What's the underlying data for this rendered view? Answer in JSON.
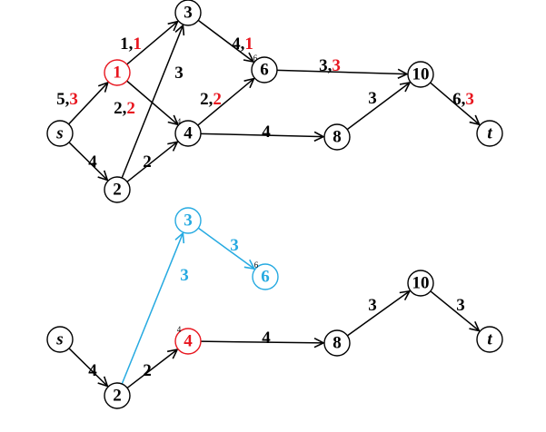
{
  "colors": {
    "default": "#000000",
    "highlight_red": "#e8161f",
    "highlight_blue": "#26aae1"
  },
  "graph_top": {
    "nodes": [
      {
        "id": "s",
        "label": "s",
        "italic": true,
        "color": "default"
      },
      {
        "id": "1",
        "label": "1",
        "italic": false,
        "color": "highlight_red"
      },
      {
        "id": "2",
        "label": "2",
        "italic": false,
        "color": "default"
      },
      {
        "id": "3",
        "label": "3",
        "italic": false,
        "color": "default"
      },
      {
        "id": "4",
        "label": "4",
        "italic": false,
        "color": "default",
        "mark": "4"
      },
      {
        "id": "6",
        "label": "6",
        "italic": false,
        "color": "default",
        "mark": "6"
      },
      {
        "id": "8",
        "label": "8",
        "italic": false,
        "color": "default"
      },
      {
        "id": "10",
        "label": "10",
        "italic": false,
        "color": "default"
      },
      {
        "id": "t",
        "label": "t",
        "italic": true,
        "color": "default"
      }
    ],
    "edges": [
      {
        "from": "s",
        "to": "1",
        "label": "5,",
        "label_extra": "3",
        "color": "default"
      },
      {
        "from": "s",
        "to": "2",
        "label": "4",
        "label_extra": "",
        "color": "default"
      },
      {
        "from": "1",
        "to": "3",
        "label": "1,",
        "label_extra": "1",
        "color": "default"
      },
      {
        "from": "1",
        "to": "4",
        "label": "2,",
        "label_extra": "2",
        "color": "default"
      },
      {
        "from": "2",
        "to": "3",
        "label": "3",
        "label_extra": "",
        "color": "default"
      },
      {
        "from": "2",
        "to": "4",
        "label": "2",
        "label_extra": "",
        "color": "default"
      },
      {
        "from": "3",
        "to": "6",
        "label": "4,",
        "label_extra": "1",
        "color": "default"
      },
      {
        "from": "4",
        "to": "6",
        "label": "2,",
        "label_extra": "2",
        "color": "default"
      },
      {
        "from": "4",
        "to": "8",
        "label": "4",
        "label_extra": "",
        "color": "default"
      },
      {
        "from": "6",
        "to": "10",
        "label": "3,",
        "label_extra": "3",
        "color": "default"
      },
      {
        "from": "8",
        "to": "10",
        "label": "3",
        "label_extra": "",
        "color": "default"
      },
      {
        "from": "10",
        "to": "t",
        "label": "6,",
        "label_extra": "3",
        "color": "default"
      }
    ]
  },
  "graph_bottom": {
    "nodes": [
      {
        "id": "s",
        "label": "s",
        "italic": true,
        "color": "default"
      },
      {
        "id": "2",
        "label": "2",
        "italic": false,
        "color": "default"
      },
      {
        "id": "3",
        "label": "3",
        "italic": false,
        "color": "highlight_blue"
      },
      {
        "id": "6",
        "label": "6",
        "italic": false,
        "color": "highlight_blue",
        "mark": "6"
      },
      {
        "id": "4",
        "label": "4",
        "italic": false,
        "color": "highlight_red",
        "mark": "4"
      },
      {
        "id": "8",
        "label": "8",
        "italic": false,
        "color": "default"
      },
      {
        "id": "10",
        "label": "10",
        "italic": false,
        "color": "default"
      },
      {
        "id": "t",
        "label": "t",
        "italic": true,
        "color": "default"
      }
    ],
    "edges": [
      {
        "from": "s",
        "to": "2",
        "label": "4",
        "label_extra": "",
        "color": "default"
      },
      {
        "from": "2",
        "to": "3",
        "label": "3",
        "label_extra": "",
        "color": "highlight_blue"
      },
      {
        "from": "3",
        "to": "6",
        "label": "3",
        "label_extra": "",
        "color": "highlight_blue"
      },
      {
        "from": "2",
        "to": "4",
        "label": "2",
        "label_extra": "",
        "color": "default"
      },
      {
        "from": "4",
        "to": "8",
        "label": "4",
        "label_extra": "",
        "color": "default"
      },
      {
        "from": "8",
        "to": "10",
        "label": "3",
        "label_extra": "",
        "color": "default"
      },
      {
        "from": "10",
        "to": "t",
        "label": "3",
        "label_extra": "",
        "color": "default"
      }
    ]
  }
}
